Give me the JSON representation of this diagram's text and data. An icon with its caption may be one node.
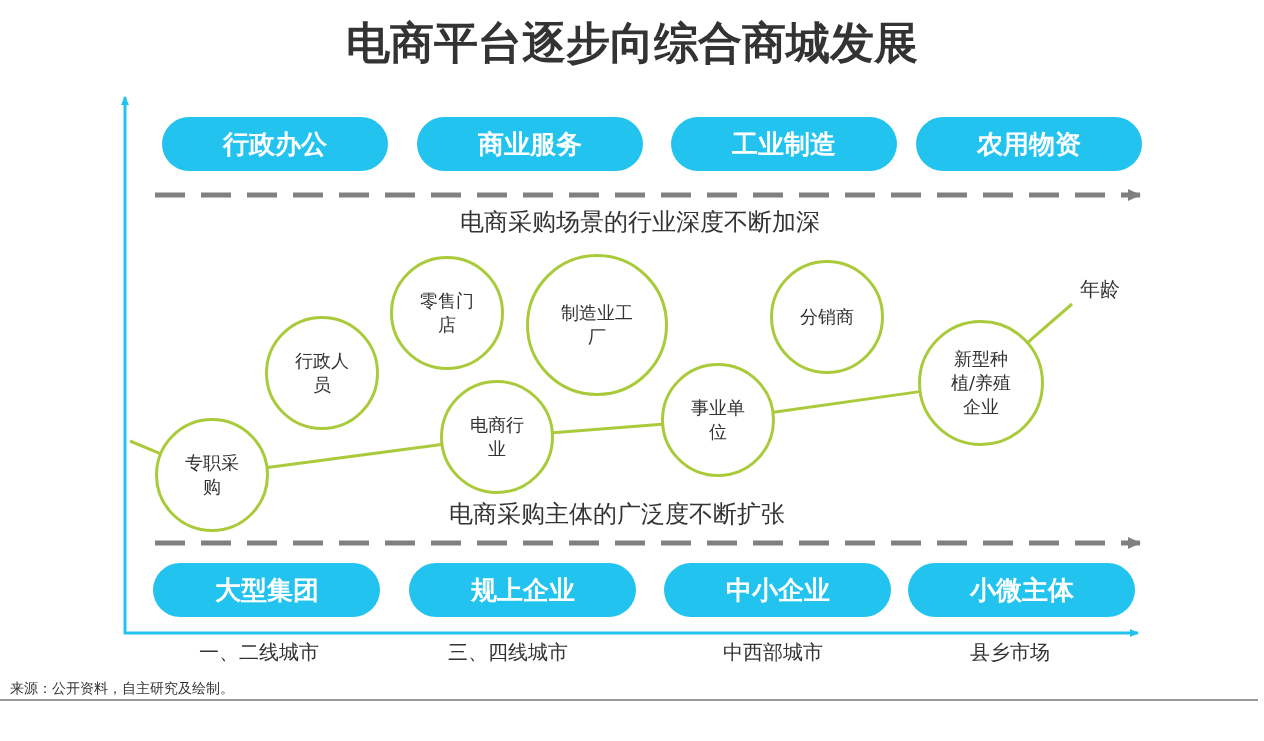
{
  "diagram": {
    "title": "电商平台逐步向综合商城发展",
    "nodes": [
      {
        "text": [
          "行政办公"
        ]
      },
      {
        "text": [
          "商业服务"
        ]
      },
      {
        "text": [
          "工业制造"
        ]
      },
      {
        "text": [
          "农用物资"
        ]
      },
      {
        "text": [
          "专职采购"
        ]
      },
      {
        "text": [
          "行政人员"
        ]
      },
      {
        "text": [
          "零售门店"
        ]
      },
      {
        "text": [
          "电商行业"
        ]
      },
      {
        "text": [
          "制造业工厂"
        ]
      },
      {
        "text": [
          "事业单位"
        ]
      },
      {
        "text": [
          "分销商"
        ]
      },
      {
        "text": [
          "新型种植/养殖企业"
        ]
      },
      {
        "text": [
          "年龄"
        ]
      },
      {
        "text": [
          "大型集团"
        ]
      },
      {
        "text": [
          "规上企业"
        ]
      },
      {
        "text": [
          "中小企业"
        ]
      },
      {
        "text": [
          "小微主体"
        ]
      }
    ],
    "edges": [
      {
        "from": null,
        "to": 4,
        "arrow": "none"
      },
      {
        "from": 4,
        "to": 7,
        "arrow": "none"
      },
      {
        "from": 7,
        "to": 9,
        "arrow": "none"
      },
      {
        "from": 9,
        "to": 11,
        "arrow": "none"
      },
      {
        "from": 11,
        "to": 12,
        "arrow": "none"
      }
    ],
    "labels": [
      "电商采购场景的行业深度不断加深",
      "电商采购主体的广泛度不断扩张",
      "一、二线城市",
      "三、四线城市",
      "中西部城市",
      "县乡市场",
      "来源：公开资料，自主研究及绘制。"
    ]
  }
}
